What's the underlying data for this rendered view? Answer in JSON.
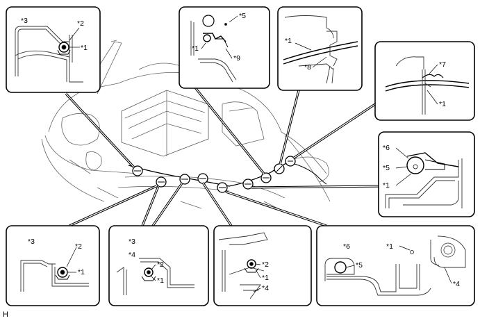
{
  "corner_code": "H",
  "callouts": {
    "tl": [
      "*3",
      "*2",
      "*1"
    ],
    "tc": [
      "*5",
      "*1",
      "*9"
    ],
    "tr1": [
      "*1",
      "*8"
    ],
    "tr2": [
      "*7",
      "*1"
    ],
    "mr": [
      "*6",
      "*5",
      "*1"
    ],
    "bl": [
      "*3",
      "*2",
      "*1"
    ],
    "bl2": [
      "*3",
      "*4",
      "*2",
      "*1"
    ],
    "bm": [
      "*2",
      "*1",
      "*4"
    ],
    "br": [
      "*6",
      "*5",
      "*1",
      "*4"
    ]
  }
}
